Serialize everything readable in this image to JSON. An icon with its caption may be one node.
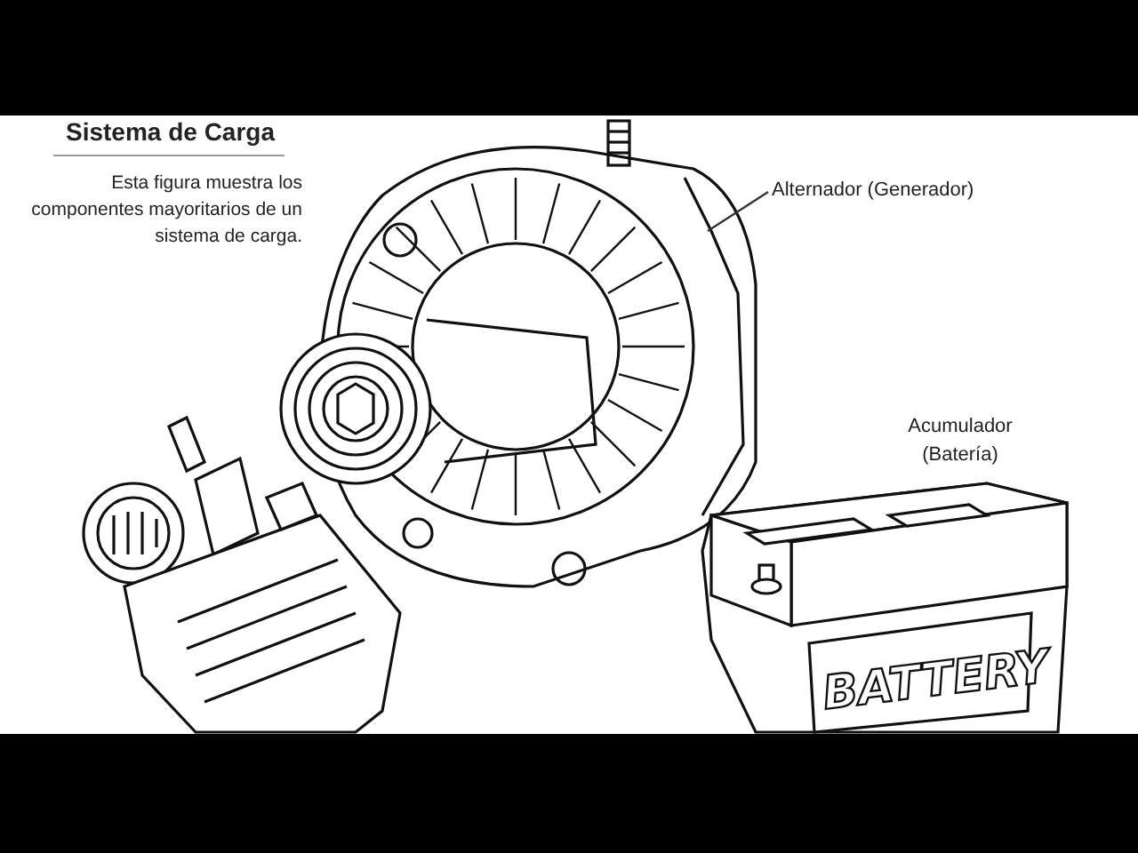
{
  "diagram": {
    "title": "Sistema de Carga",
    "nodes": [
      {
        "text": [
          "Alternador (Generador)"
        ]
      },
      {
        "text": [],
        "shape": "picture"
      }
    ],
    "edges": [
      {
        "from": 0,
        "to": 1,
        "arrow": "none"
      }
    ],
    "labels": [
      "Esta figura muestra los componentes mayoritarios de un sistema de carga.",
      "Acumulador (Batería)",
      "BATTERY"
    ]
  }
}
